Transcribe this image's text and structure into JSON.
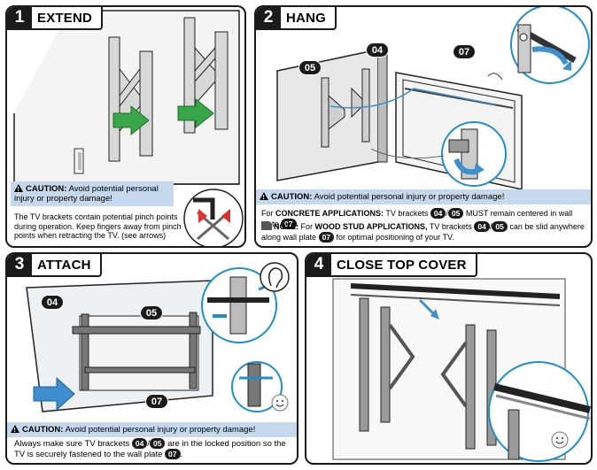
{
  "steps": [
    {
      "number": "1",
      "title": "EXTEND",
      "caution": {
        "label": "CAUTION:",
        "text": "Avoid potential personal injury or property damage!"
      },
      "body": "The TV brackets contain potential pinch points during operation. Keep fingers away from pinch points when retracting the TV. (see arrows)"
    },
    {
      "number": "2",
      "title": "HANG",
      "callouts": [
        "04",
        "05",
        "07"
      ],
      "caution": {
        "label": "CAUTION:",
        "text": "Avoid potential personal injury or property damage!"
      },
      "concrete": {
        "prefix": "For",
        "bold": "CONCRETE APPLICATIONS:",
        "text1": "TV brackets",
        "badge1": "04",
        "slash": "/",
        "badge2": "05",
        "text2": "MUST remain centered in wall plate",
        "badge3": "07",
        "end": "."
      },
      "note": {
        "bold1": "NOTE:",
        "prefix": "For",
        "bold2": "WOOD STUD APPLICATIONS,",
        "text1": "TV brackets",
        "badge1": "04",
        "slash": "/",
        "badge2": "05",
        "text2": "can be slid anywhere along wall plate",
        "badge3": "07",
        "text3": "for optimal positioning of your TV."
      }
    },
    {
      "number": "3",
      "title": "ATTACH",
      "callouts": [
        "04",
        "05",
        "07"
      ],
      "caution": {
        "label": "CAUTION:",
        "text": "Avoid potential personal injury or property damage!"
      },
      "body": {
        "text1": "Always make sure TV brackets",
        "badge1": "04",
        "slash": "/",
        "badge2": "05",
        "text2": "are in the locked position so the TV is securely fastened to the wall plate",
        "badge3": "07",
        "end": "."
      }
    },
    {
      "number": "4",
      "title": "CLOSE TOP COVER"
    }
  ],
  "colors": {
    "caution_bg": "#c6d9ec",
    "arrow_green": "#3aa64a",
    "arrow_blue": "#3d8fd0",
    "magnifier_blue": "#1f8fcf",
    "pinch_red": "#e03030"
  }
}
